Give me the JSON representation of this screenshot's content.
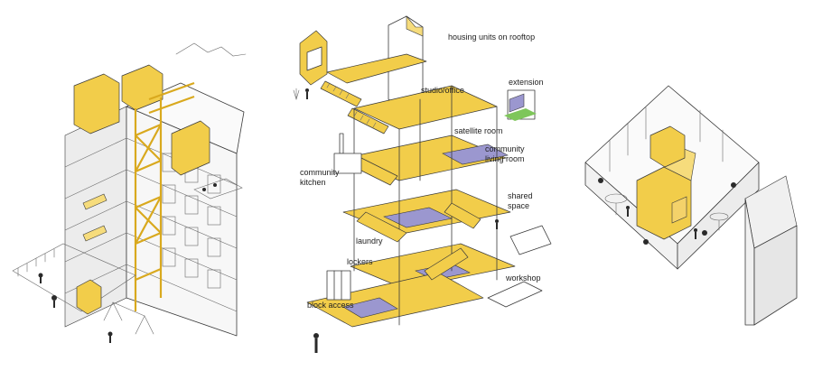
{
  "diagram": {
    "panels": [
      {
        "id": "building-axonometric"
      },
      {
        "id": "section-axonometric"
      },
      {
        "id": "interior-axonometric"
      }
    ],
    "labels": {
      "housing_units_on_rooftop": "housing units on rooftop",
      "extension": "extension",
      "studio_office": "studio/office",
      "satellite_room": "satellite room",
      "community_living_room": "community\nliving room",
      "community_kitchen": "community\nkitchen",
      "shared_space": "shared\nspace",
      "laundry": "laundry",
      "lockers": "lockers",
      "workshop": "workshop",
      "block_access": "block access"
    },
    "colors": {
      "accent_yellow": "#f2cd4a",
      "accent_purple": "#9b97cf",
      "accent_green": "#7ec65a",
      "ink": "#3a3a3a"
    }
  }
}
